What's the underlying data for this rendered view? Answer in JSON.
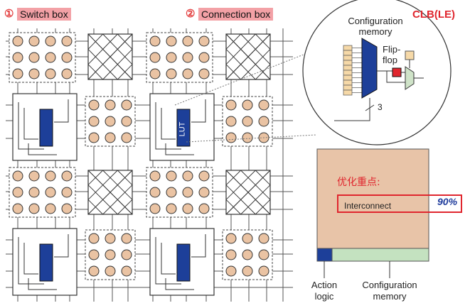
{
  "callouts": {
    "switch_box_num": "①",
    "switch_box": "Switch box",
    "connection_box_num": "②",
    "connection_box": "Connection box"
  },
  "clb": {
    "title": "CLB(LE)",
    "config_memory": "Configuration memory",
    "flip_flop": "Flip-flop",
    "lut": "LUT",
    "bus_width": "3"
  },
  "breakdown": {
    "title_zh": "优化重点:",
    "interconnect": "Interconnect",
    "interconnect_pct": "90%",
    "action_logic": "Action logic",
    "config_memory": "Configuration memory",
    "colors": {
      "interconnect": "#e8c4a8",
      "action_logic": "#1d3f99",
      "config_memory": "#c4e2c0",
      "highlight": "#e0262e"
    }
  },
  "colors": {
    "switch_node": "#eac3a3",
    "lut_block": "#1d3f99",
    "ff_red": "#e0262e",
    "mux_green": "#cfe3c8",
    "mem_cell": "#f6d9a8"
  }
}
